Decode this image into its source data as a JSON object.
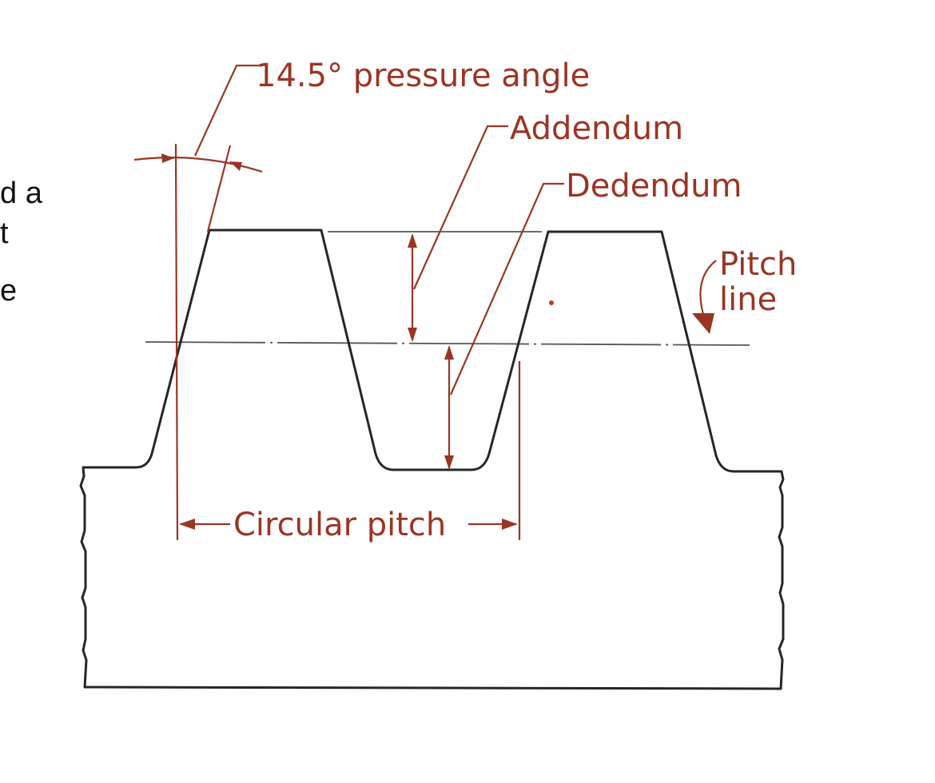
{
  "labels": {
    "pressure_angle": "14.5° pressure angle",
    "addendum": "Addendum",
    "dedendum": "Dedendum",
    "pitch_line_1": "Pitch",
    "pitch_line_2": "line",
    "circular_pitch": "Circular pitch"
  },
  "side_text": {
    "line_1": "d a",
    "line_2": "t",
    "line_3": "e"
  },
  "colors": {
    "annotation": "#9a3524",
    "outline": "#262626"
  }
}
